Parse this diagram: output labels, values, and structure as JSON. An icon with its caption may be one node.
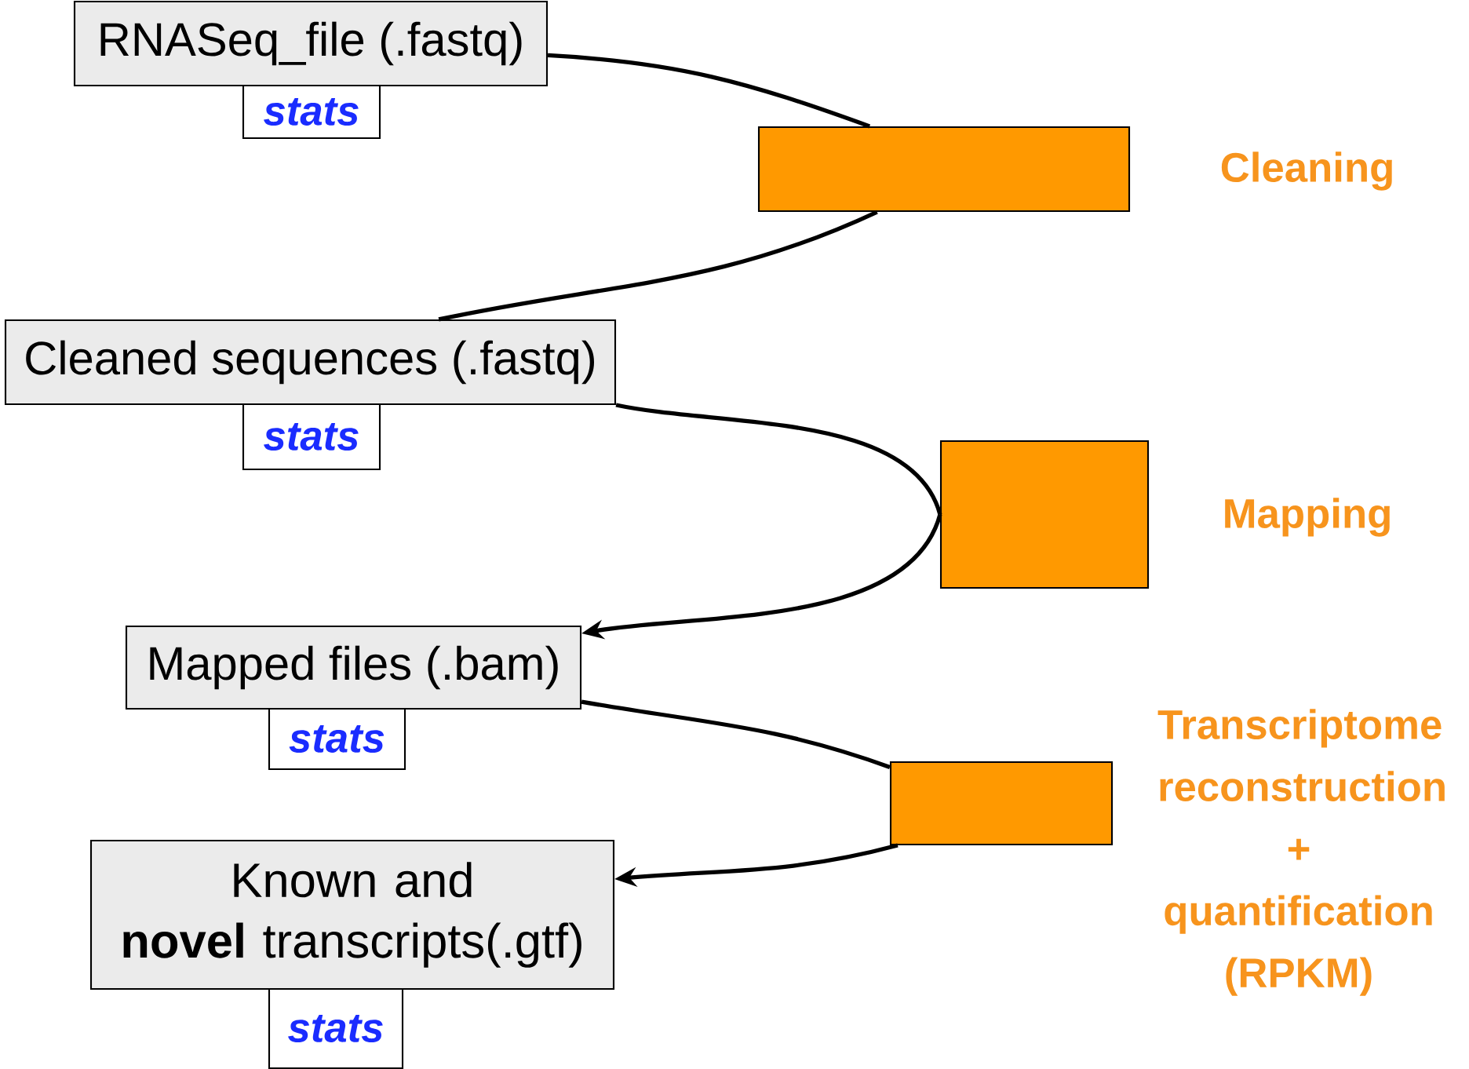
{
  "diagram": {
    "nodes": [
      {
        "text": [
          "RNASeq_file (.fastq)"
        ]
      },
      {
        "text": [
          "stats"
        ]
      },
      {
        "text": [],
        "shape": "box",
        "beside": [
          "Cleaning"
        ]
      },
      {
        "text": [
          "Cleaned sequences (.fastq)"
        ]
      },
      {
        "text": [
          "stats"
        ]
      },
      {
        "text": [],
        "shape": "box",
        "beside": [
          "Mapping"
        ]
      },
      {
        "text": [
          "Mapped files (.bam)"
        ]
      },
      {
        "text": [
          "stats"
        ]
      },
      {
        "text": [],
        "shape": "box",
        "beside": [
          "Transcriptome reconstruction + quantification (RPKM)"
        ]
      },
      {
        "text": [
          "Known and **novel** transcripts(.gtf)"
        ]
      },
      {
        "text": [
          "stats"
        ]
      }
    ],
    "edges": [
      {
        "from": 0,
        "to": 2,
        "arrow": "none"
      },
      {
        "from": 2,
        "to": 3,
        "arrow": "none"
      },
      {
        "from": 3,
        "to": 5,
        "arrow": "none"
      },
      {
        "from": 5,
        "to": 6,
        "arrow": "to"
      },
      {
        "from": 6,
        "to": 8,
        "arrow": "none"
      },
      {
        "from": 8,
        "to": 9,
        "arrow": "to"
      }
    ]
  }
}
